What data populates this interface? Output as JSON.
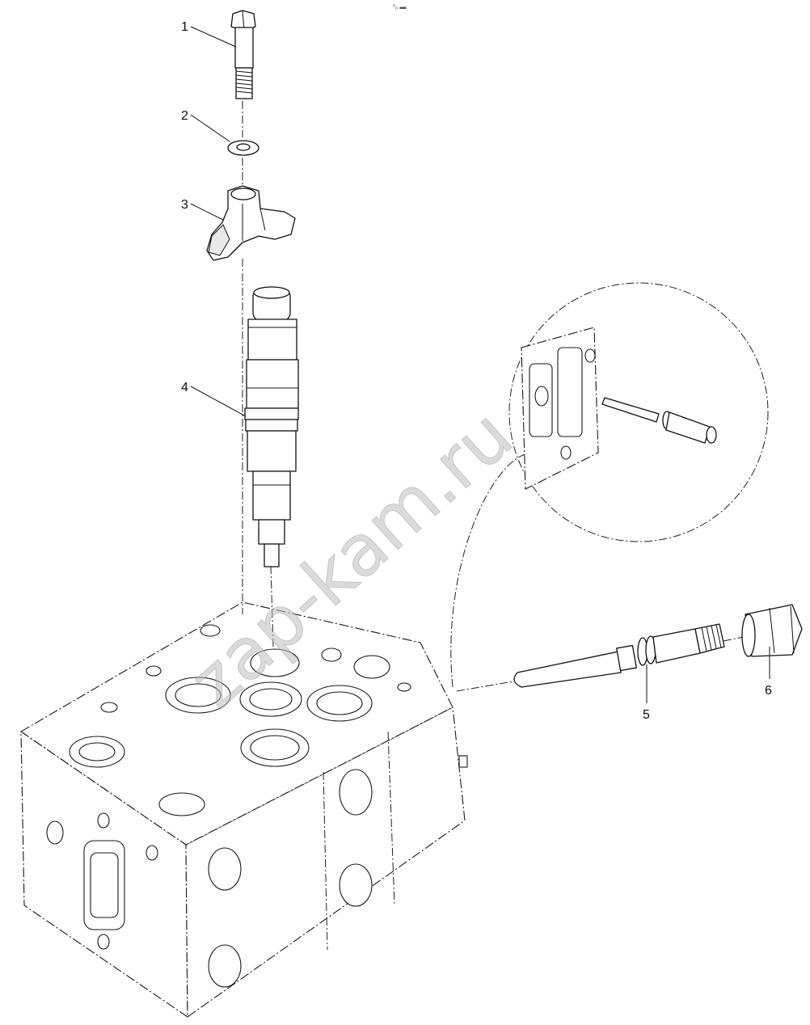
{
  "diagram": {
    "callouts": [
      {
        "id": "1",
        "label": "1"
      },
      {
        "id": "2",
        "label": "2"
      },
      {
        "id": "3",
        "label": "3"
      },
      {
        "id": "4",
        "label": "4"
      },
      {
        "id": "5",
        "label": "5"
      },
      {
        "id": "6",
        "label": "6"
      }
    ],
    "watermark": "zap-kam.ru",
    "top_mark": "⁰ₒ ▬"
  }
}
